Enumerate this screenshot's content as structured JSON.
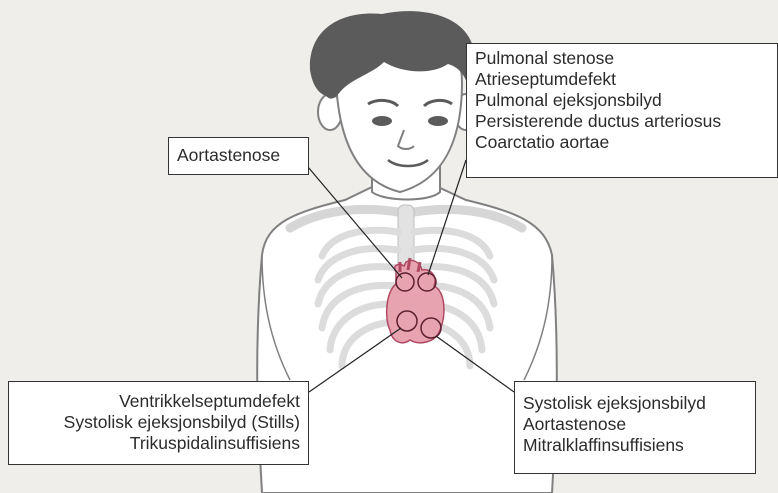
{
  "colors": {
    "background": "#efeeeb",
    "skin": "#ffffff",
    "outline": "#808080",
    "hair": "#5b5b5b",
    "ribs": "#e2e2e2",
    "heart": "#e8a3b0",
    "heart_outline": "#b04a63",
    "leader_line": "#222222"
  },
  "labels": {
    "aorta_top": [
      "Aortastenose"
    ],
    "upper_right": [
      "Pulmonal stenose",
      "Atrieseptumdefekt",
      "Pulmonal ejeksjonsbilyd",
      "Persisterende ductus arteriosus",
      "Coarctatio aortae"
    ],
    "lower_left": [
      "Ventrikkelseptumdefekt",
      "Systolisk ejeksjonsbilyd (Stills)",
      "Trikuspidalinsuffisiens"
    ],
    "lower_right": [
      "Systolisk ejeksjonsbilyd",
      "Aortastenose",
      "Mitralklaffinsuffisiens"
    ]
  }
}
